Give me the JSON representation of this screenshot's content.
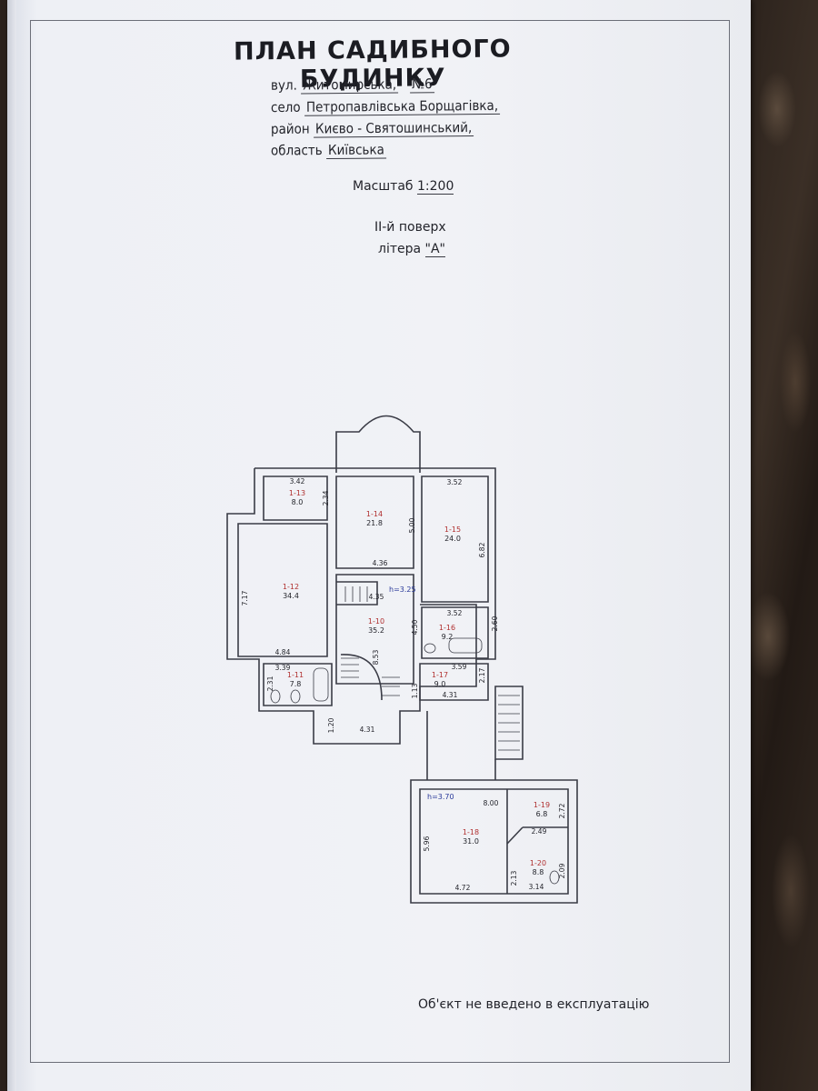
{
  "header": {
    "title": "ПЛАН САДИБНОГО БУДИНКУ",
    "street_label": "вул.",
    "street_value": "Житомирська,",
    "number_label": "№6",
    "village_label": "село",
    "village_value": "Петропавлівська Борщагівка,",
    "district_label": "район",
    "district_value": "Києво - Святошинський,",
    "region_label": "область",
    "region_value": "Київська"
  },
  "scale": {
    "label": "Масштаб",
    "value": "1:200"
  },
  "floor": {
    "label": "ІІ-й поверх",
    "letter_label": "літера",
    "letter_value": "\"А\""
  },
  "rooms": [
    {
      "id": "1-10",
      "area": "35.2"
    },
    {
      "id": "1-11",
      "area": "7.8"
    },
    {
      "id": "1-12",
      "area": "34.4"
    },
    {
      "id": "1-13",
      "area": "8.0"
    },
    {
      "id": "1-14",
      "area": "21.8"
    },
    {
      "id": "1-15",
      "area": "24.0"
    },
    {
      "id": "1-16",
      "area": "9.2"
    },
    {
      "id": "1-17",
      "area": "9.0"
    },
    {
      "id": "1-18",
      "area": "31.0"
    },
    {
      "id": "1-19",
      "area": "6.8"
    },
    {
      "id": "1-20",
      "area": "8.8"
    }
  ],
  "dimensions": {
    "d342": "3.42",
    "d234": "2.34",
    "d500": "5.00",
    "d352a": "3.52",
    "d682": "6.82",
    "d436": "4.36",
    "d717": "7.17",
    "d435": "4.35",
    "d352b": "3.52",
    "d260": "2.60",
    "d450": "4.50",
    "d484": "4.84",
    "d339": "3.39",
    "d853": "8.53",
    "d359": "3.59",
    "d217": "2.17",
    "d231": "2.31",
    "d113": "1.13",
    "d431a": "4.31",
    "d120": "1.20",
    "d431b": "4.31",
    "d800": "8.00",
    "d272": "2.72",
    "d249": "2.49",
    "d596": "5.96",
    "d213": "2.13",
    "d209": "2.09",
    "d472": "4.72",
    "d314": "3.14"
  },
  "heights": {
    "h1": "h=3.25",
    "h2": "h=3.70"
  },
  "footer": {
    "note": "Об'єкт не введено в експлуатацію"
  },
  "colors": {
    "paper": "#f1f2f6",
    "ink": "#23242b",
    "room_id": "#b03030",
    "height_mark": "#2a3a9a"
  }
}
